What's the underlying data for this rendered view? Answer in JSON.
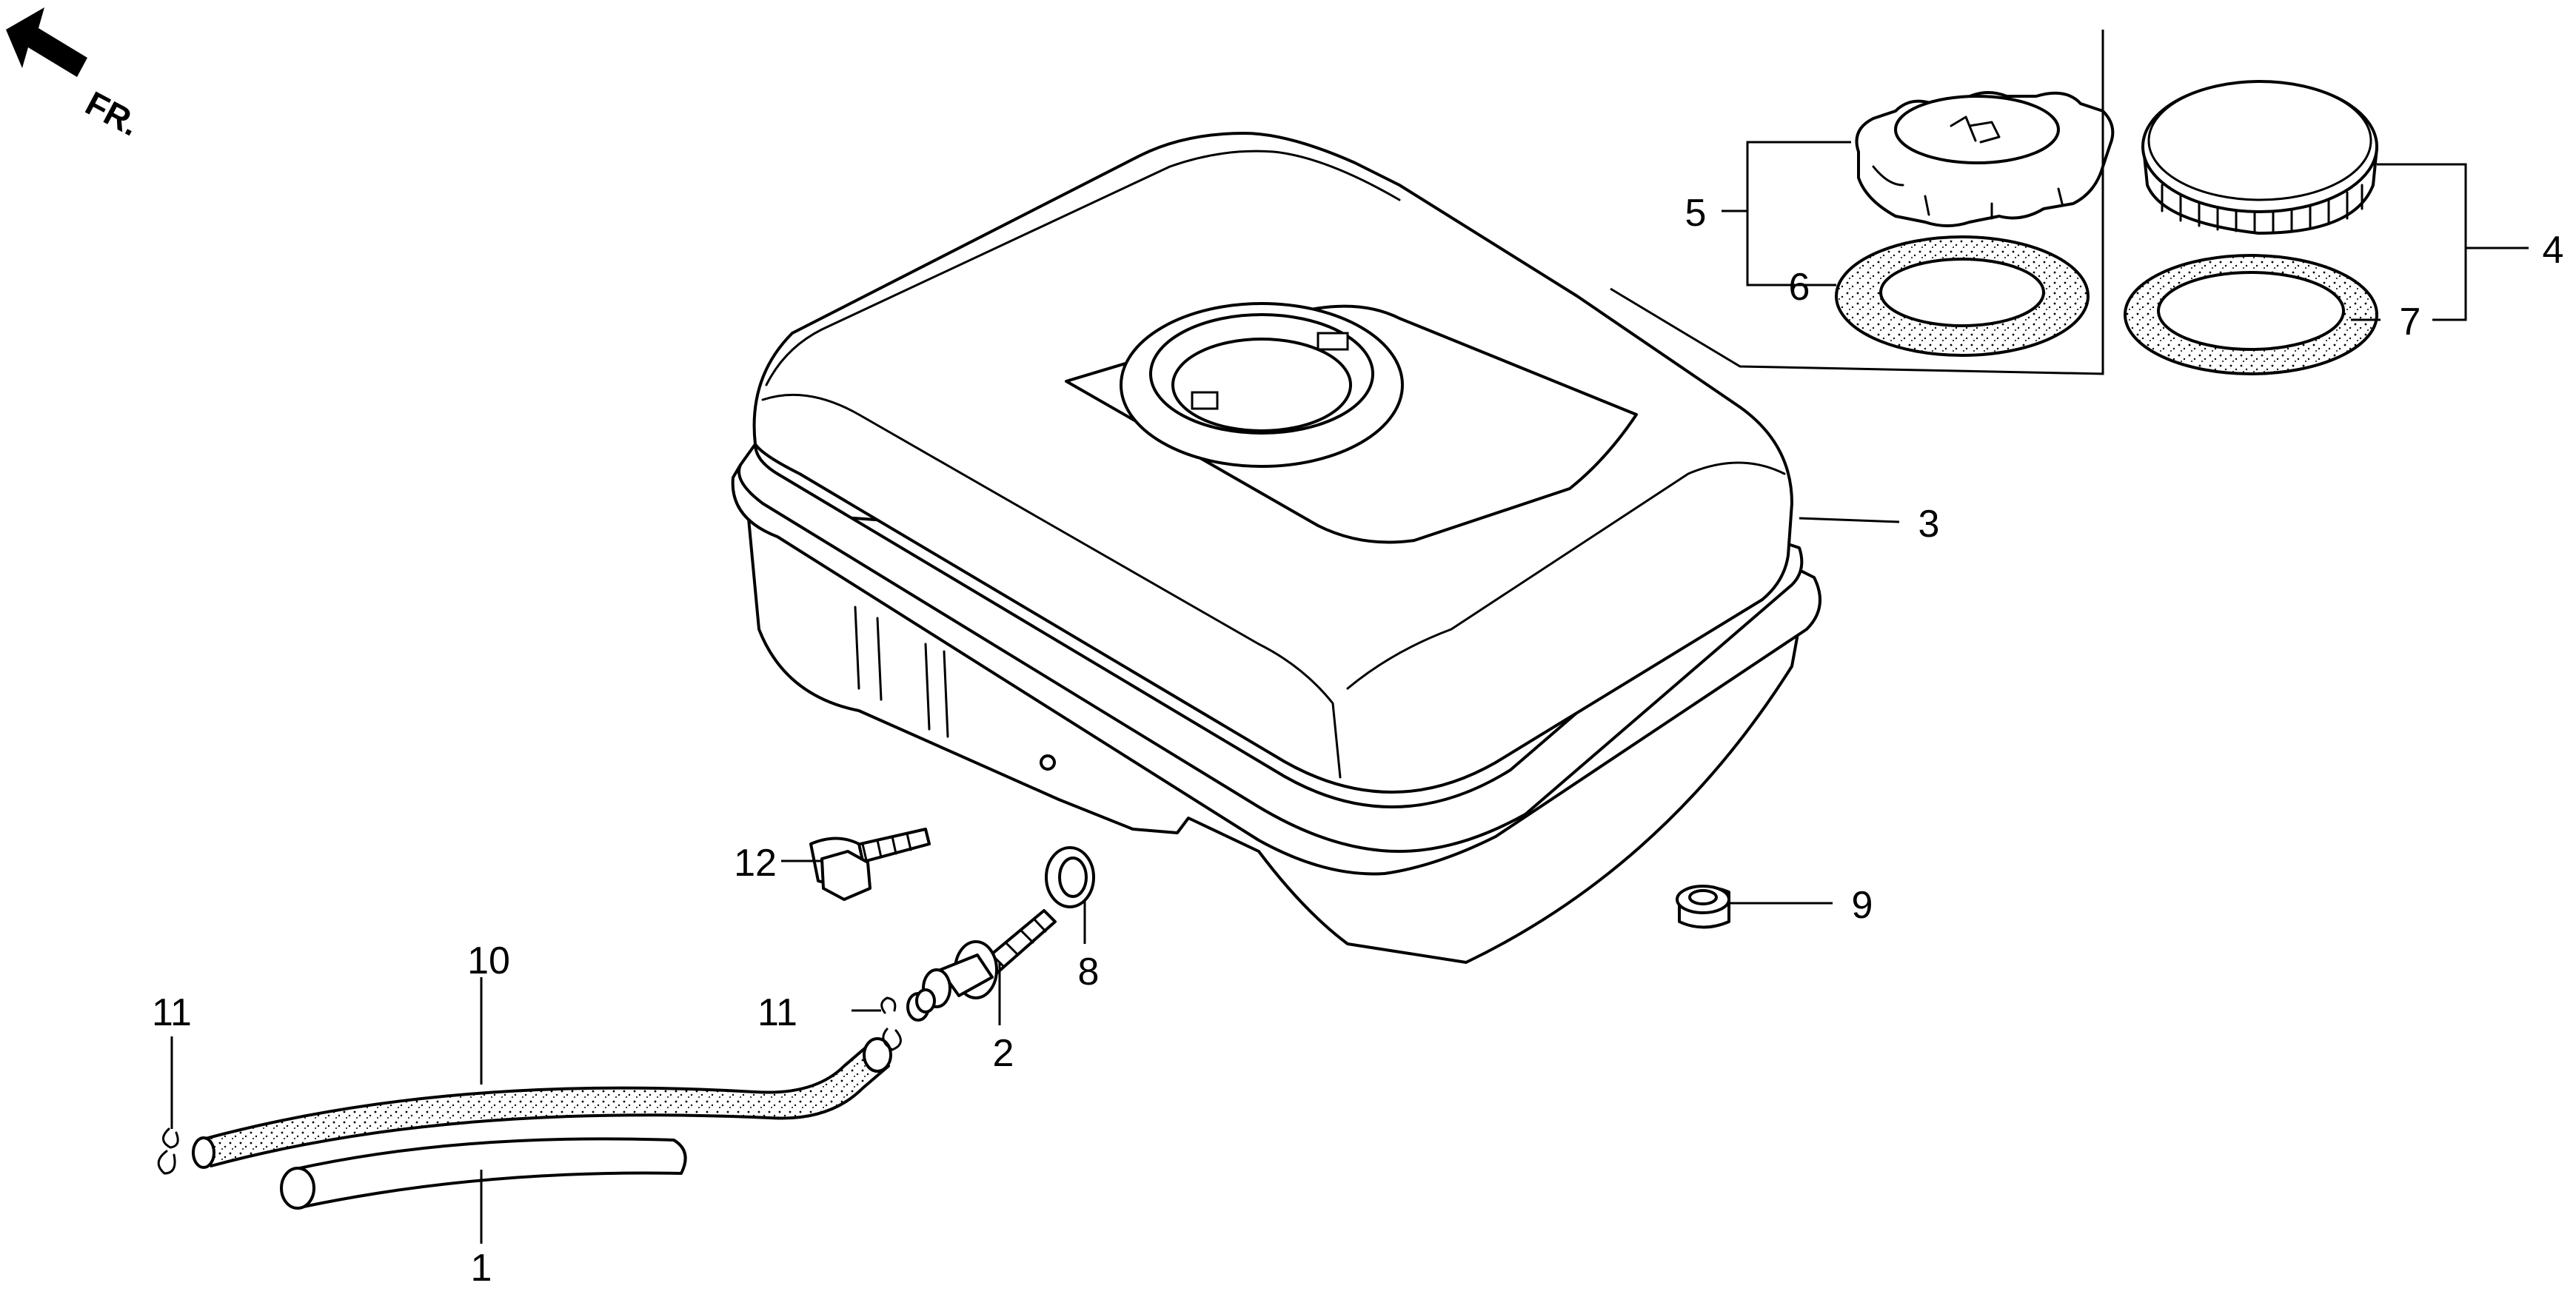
{
  "orientation": {
    "label": "FR."
  },
  "callouts": [
    {
      "id": "c1",
      "text": "1"
    },
    {
      "id": "c2",
      "text": "2"
    },
    {
      "id": "c3",
      "text": "3"
    },
    {
      "id": "c4",
      "text": "4"
    },
    {
      "id": "c5",
      "text": "5"
    },
    {
      "id": "c6",
      "text": "6"
    },
    {
      "id": "c7",
      "text": "7"
    },
    {
      "id": "c8",
      "text": "8"
    },
    {
      "id": "c9",
      "text": "9"
    },
    {
      "id": "c10",
      "text": "10"
    },
    {
      "id": "c11a",
      "text": "11"
    },
    {
      "id": "c11b",
      "text": "11"
    },
    {
      "id": "c12",
      "text": "12"
    }
  ]
}
